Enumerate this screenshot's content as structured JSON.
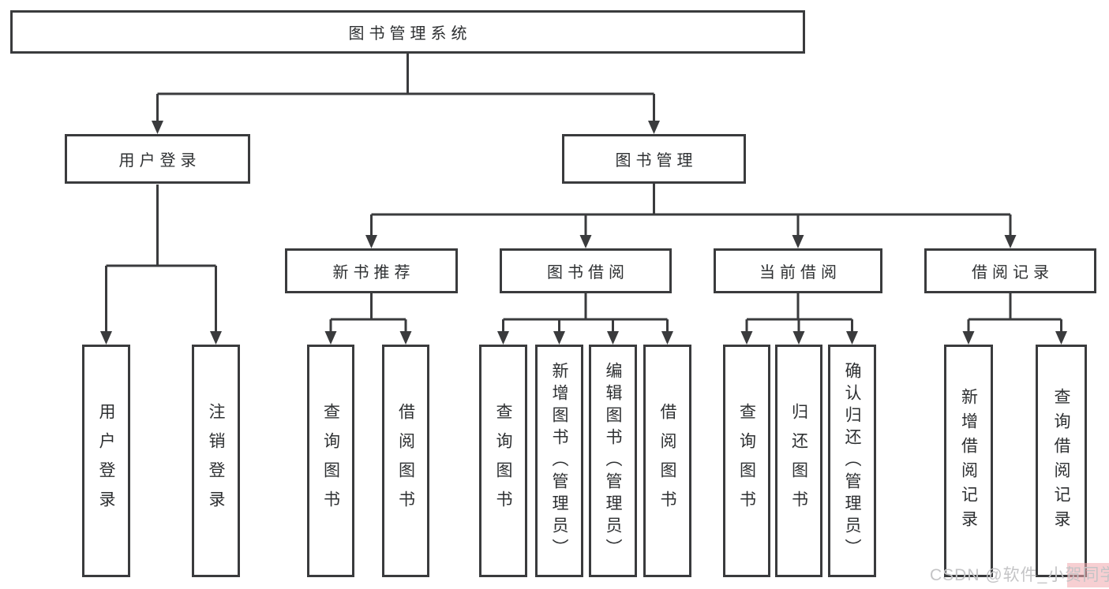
{
  "diagram": {
    "title": "图书管理系统",
    "level2": [
      {
        "label": "用户登录"
      },
      {
        "label": "图书管理"
      }
    ],
    "level3": [
      {
        "label": "新书推荐"
      },
      {
        "label": "图书借阅"
      },
      {
        "label": "当前借阅"
      },
      {
        "label": "借阅记录"
      }
    ],
    "leaves": {
      "login": [
        "用户登录",
        "注销登录"
      ],
      "newbook": [
        "查询图书",
        "借阅图书"
      ],
      "borrow": [
        "查询图书",
        "新增图书（管理员）",
        "编辑图书（管理员）",
        "借阅图书"
      ],
      "current": [
        "查询图书",
        "归还图书",
        "确认归还（管理员）"
      ],
      "records": [
        "新增借阅记录",
        "查询借阅记录"
      ]
    }
  },
  "watermark": {
    "text": "CSDN @软件_小贺同学"
  },
  "colors": {
    "line": "#3a3b3d",
    "text": "#2e3032",
    "background": "#ffffff",
    "watermark_text": "#c4c4c6",
    "watermark_patch": "#f0a7ad"
  }
}
